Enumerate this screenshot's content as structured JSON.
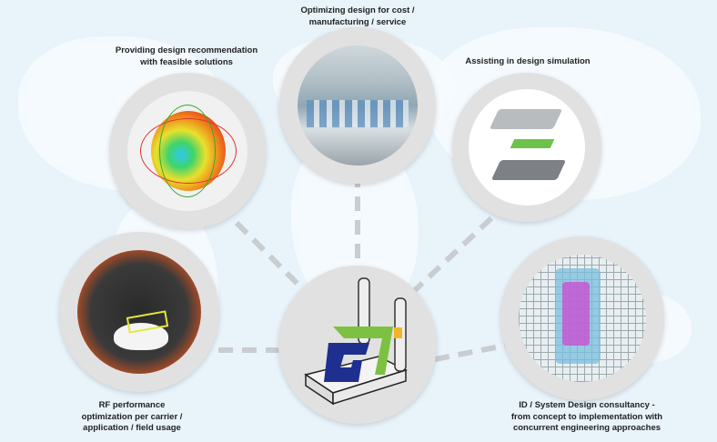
{
  "captions": {
    "top": "Optimizing design for cost /\nmanufacturing / service",
    "left_top": "Providing design recommendation\nwith feasible solutions",
    "right_top": "Assisting in design simulation",
    "left_bottom": "RF performance\noptimization per carrier /\napplication / field usage",
    "right_bottom": "ID / System Design consultancy -\nfrom concept to implementation with\nconcurrent engineering approaches"
  },
  "colors": {
    "background": "#e8f3fa",
    "ring": "#e1e1e1",
    "connector": "#c9cdd0",
    "logo_blue": "#1f2f8f",
    "logo_green": "#7dc142",
    "logo_orange": "#f3b42c"
  }
}
